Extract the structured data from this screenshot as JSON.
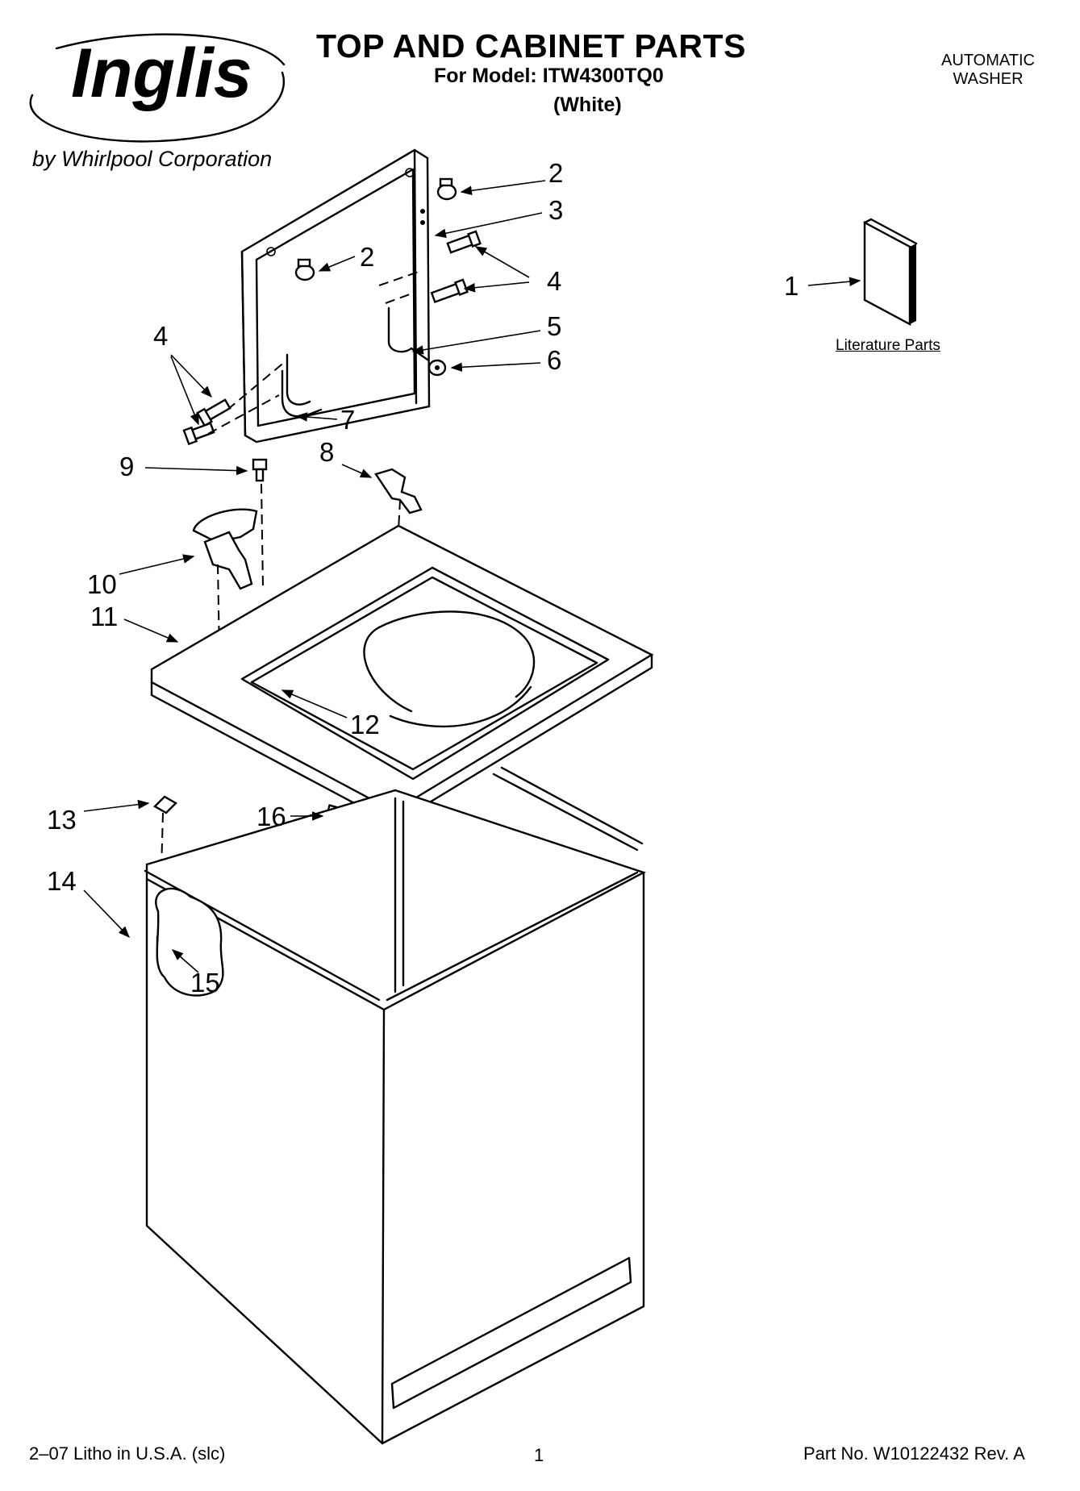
{
  "brand": {
    "logo_text": "Inglis",
    "byline": "by Whirlpool Corporation"
  },
  "header": {
    "title": "TOP AND CABINET PARTS",
    "model_line": "For Model: ITW4300TQ0",
    "variant": "(White)",
    "appliance_line1": "AUTOMATIC",
    "appliance_line2": "WASHER"
  },
  "literature": {
    "label": "Literature Parts"
  },
  "callouts": [
    {
      "id": "c1",
      "text": "1"
    },
    {
      "id": "c2a",
      "text": "2"
    },
    {
      "id": "c2b",
      "text": "2"
    },
    {
      "id": "c3",
      "text": "3"
    },
    {
      "id": "c4a",
      "text": "4"
    },
    {
      "id": "c4b",
      "text": "4"
    },
    {
      "id": "c5",
      "text": "5"
    },
    {
      "id": "c6",
      "text": "6"
    },
    {
      "id": "c7",
      "text": "7"
    },
    {
      "id": "c8",
      "text": "8"
    },
    {
      "id": "c9",
      "text": "9"
    },
    {
      "id": "c10",
      "text": "10"
    },
    {
      "id": "c11",
      "text": "11"
    },
    {
      "id": "c12",
      "text": "12"
    },
    {
      "id": "c13",
      "text": "13"
    },
    {
      "id": "c14",
      "text": "14"
    },
    {
      "id": "c15",
      "text": "15"
    },
    {
      "id": "c16",
      "text": "16"
    }
  ],
  "footer": {
    "left": "2–07 Litho in U.S.A. (slc)",
    "page": "1",
    "right": "Part No. W10122432 Rev. A"
  }
}
